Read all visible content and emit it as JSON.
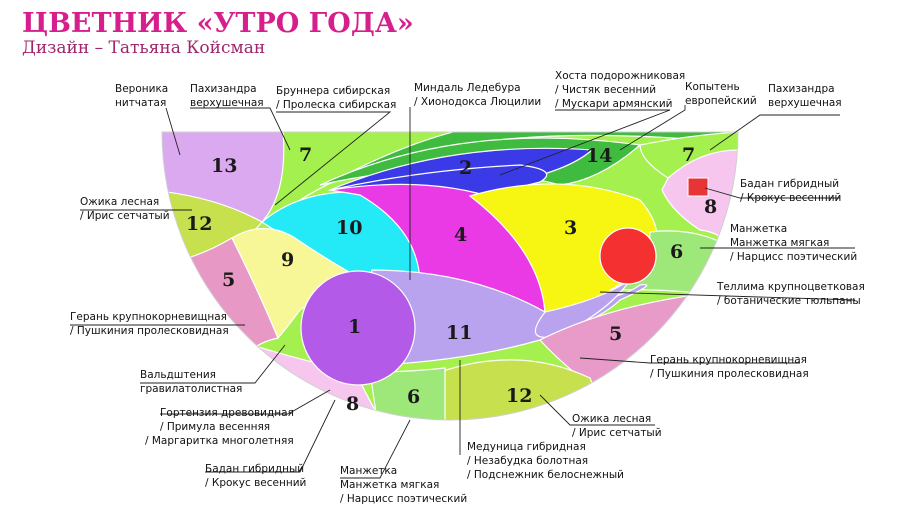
{
  "header": {
    "title": "ЦВЕТНИК «УТРО ГОДА»",
    "subtitle": "Дизайн – Татьяна Койсман"
  },
  "colors": {
    "lilac": "#dba9f0",
    "lime": "#a4f04f",
    "green_dark": "#3fbb3f",
    "blue": "#3a3ae6",
    "magenta": "#e93ae6",
    "cyan": "#23eaf6",
    "yellow": "#f6f612",
    "pale_yellow": "#f7f797",
    "olive": "#c6e04e",
    "rose": "#e898c4",
    "light_pink": "#f7c6ef",
    "lavender": "#b9a2ee",
    "violet": "#b45ae9",
    "red": "#f53030",
    "light_green": "#9ee87a",
    "dusty_pink": "#e89ac8",
    "leaf_green": "#8fe05c"
  },
  "zones": {
    "z13": "13",
    "z7a": "7",
    "z2": "2",
    "z14": "14",
    "z7b": "7",
    "z8a": "8",
    "z12a": "12",
    "z10": "10",
    "z4": "4",
    "z3": "3",
    "z6a": "6",
    "z5a": "5",
    "z9": "9",
    "z1": "1",
    "z11": "11",
    "z5b": "5",
    "z8b": "8",
    "z6b": "6",
    "z12b": "12"
  },
  "labels": {
    "veronika": [
      "Вероника",
      "нитчатая"
    ],
    "pakhizandra_left": [
      "Пахизандра",
      "верхушечная"
    ],
    "brunnera": [
      "Бруннера сибирская",
      "/ Пролеска сибирская"
    ],
    "mindal": [
      "Миндаль Ледебура",
      "/ Хионодокса Люцилии"
    ],
    "khosta": [
      "Хоста подорожниковая",
      "/ Чистяк  весенний",
      "/ Мускари армянский"
    ],
    "kopyten": [
      "Копытень",
      "европейский"
    ],
    "pakhizandra_right": [
      "Пахизандра",
      "верхушечная"
    ],
    "ozhika_left": [
      "Ожика лесная",
      "/ Ирис сетчатый"
    ],
    "badan_right": [
      "Бадан гибридный",
      "/ Крокус весенний"
    ],
    "manzhetka_right": [
      "Манжетка",
      "Манжетка мягкая",
      "/ Нарцисс поэтический"
    ],
    "tellima": [
      "Теллима крупноцветковая",
      "/ ботанические тюльпаны"
    ],
    "geran_left": [
      "Герань крупнокорневищная",
      "/ Пушкиния пролесковидная"
    ],
    "geran_right": [
      "Герань крупнокорневищная",
      "/ Пушкиния пролесковидная"
    ],
    "valdshteinia": [
      "Вальдштения",
      "гравилатолистная"
    ],
    "gortenzia": [
      "Гортензия древовидная",
      "/ Примула весенняя",
      "/ Маргаритка многолетняя"
    ],
    "ozhika_right": [
      "Ожика лесная",
      "/ Ирис сетчатый"
    ],
    "medunitsa": [
      "Медуница гибридная",
      "/ Незабудка болотная",
      "/  Подснежник белоснежный"
    ],
    "badan_left": [
      "Бадан гибридный",
      "/ Крокус весенний"
    ],
    "manzhetka_bottom": [
      "Манжетка",
      "Манжетка мягкая",
      "/ Нарцисс поэтический"
    ]
  }
}
